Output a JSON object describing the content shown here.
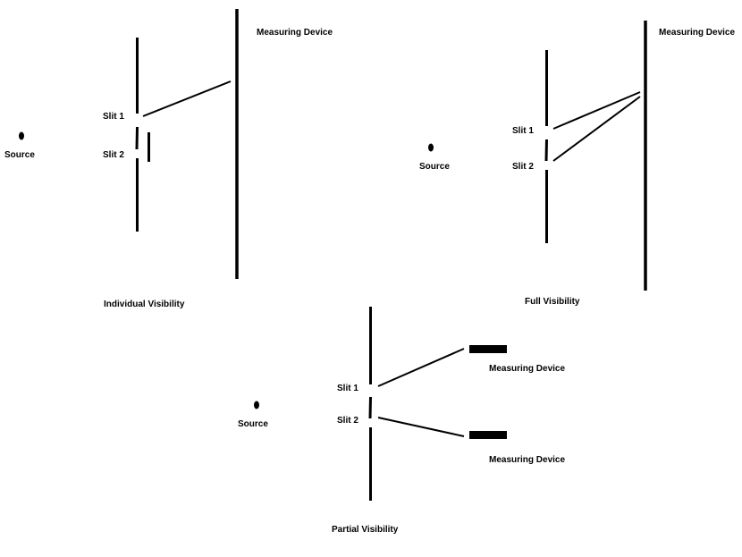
{
  "colors": {
    "ink": "#000000",
    "background": "#ffffff"
  },
  "panels": {
    "individual": {
      "title": "Individual Visibility",
      "source_label": "Source",
      "slit1_label": "Slit 1",
      "slit2_label": "Slit 2",
      "device_label": "Measuring Device"
    },
    "full": {
      "title": "Full Visibility",
      "source_label": "Source",
      "slit1_label": "Slit 1",
      "slit2_label": "Slit 2",
      "device_label": "Measuring Device"
    },
    "partial": {
      "title": "Partial Visibility",
      "source_label": "Source",
      "slit1_label": "Slit 1",
      "slit2_label": "Slit 2",
      "device1_label": "Measuring Device",
      "device2_label": "Measuring Device"
    }
  }
}
